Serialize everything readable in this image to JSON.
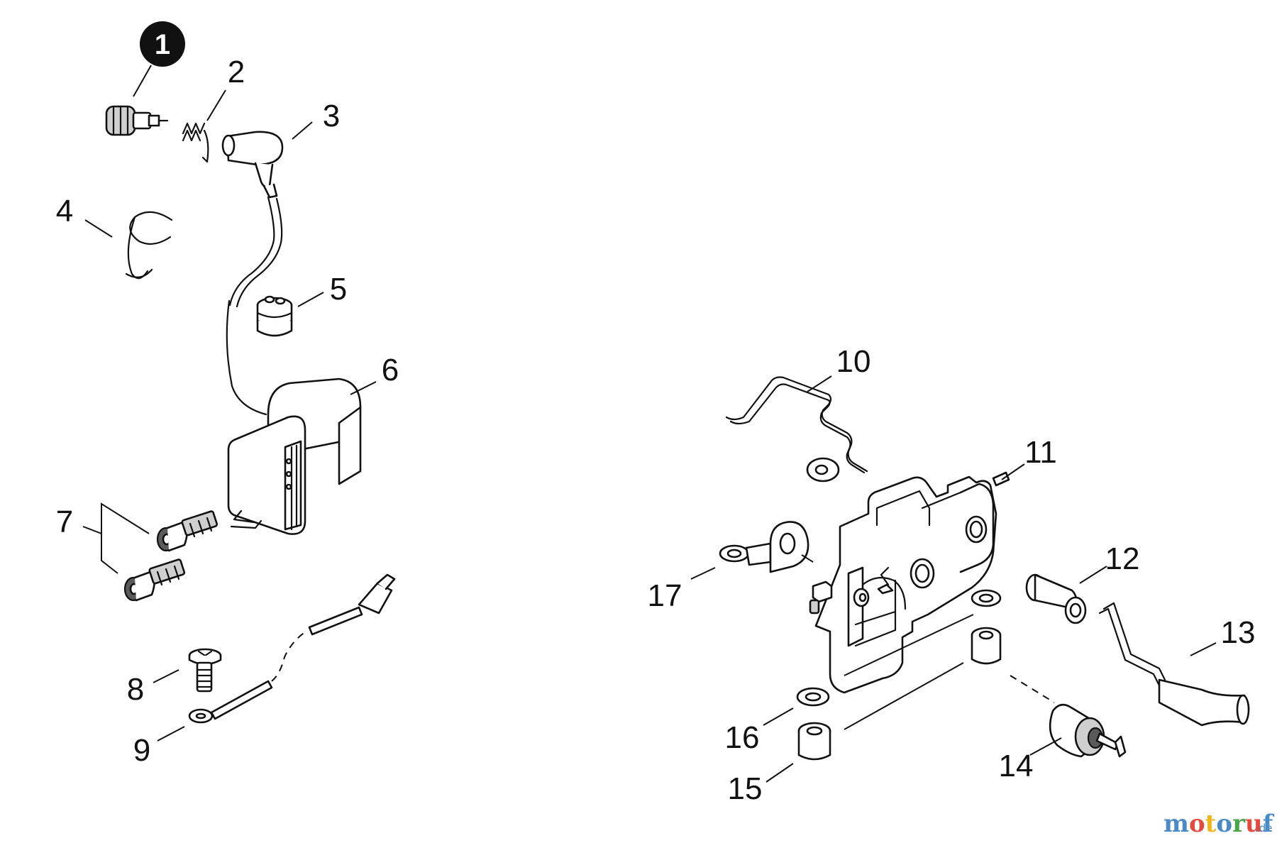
{
  "diagram": {
    "callouts": [
      {
        "id": "1",
        "text": "1",
        "highlighted": true
      },
      {
        "id": "2",
        "text": "2"
      },
      {
        "id": "3",
        "text": "3"
      },
      {
        "id": "4",
        "text": "4"
      },
      {
        "id": "5",
        "text": "5"
      },
      {
        "id": "6",
        "text": "6"
      },
      {
        "id": "7",
        "text": "7"
      },
      {
        "id": "8",
        "text": "8"
      },
      {
        "id": "9",
        "text": "9"
      },
      {
        "id": "10",
        "text": "10"
      },
      {
        "id": "11",
        "text": "11"
      },
      {
        "id": "12",
        "text": "12"
      },
      {
        "id": "13",
        "text": "13"
      },
      {
        "id": "14",
        "text": "14"
      },
      {
        "id": "15",
        "text": "15"
      },
      {
        "id": "16",
        "text": "16"
      },
      {
        "id": "17",
        "text": "17"
      }
    ]
  },
  "watermark": {
    "parts": [
      "m",
      "o",
      "t",
      "o",
      "r",
      "u",
      "f"
    ],
    "colors": [
      "#4a8ac6",
      "#e24a3b",
      "#f2b51c",
      "#4a8ac6",
      "#47a447",
      "#e24a3b",
      "#4a8ac6"
    ],
    "suffix": ".de"
  },
  "colors": {
    "line": "#111111",
    "badge": "#111111",
    "shade": "#cfcfcf"
  }
}
